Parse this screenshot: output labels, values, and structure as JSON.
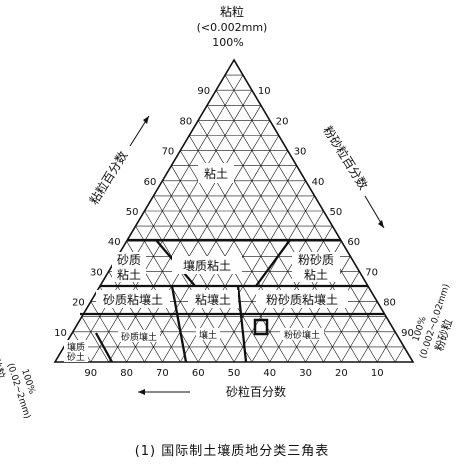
{
  "header": {
    "top_title": "粘粒",
    "top_range": "(<0.002mm)",
    "top_percent": "100%"
  },
  "axes": {
    "left_label": "粘粒百分数",
    "right_label": "粉砂粒百分数",
    "bottom_label": "砂粒百分数",
    "corner_left_top": "100%",
    "corner_left_range": "(0.02~2mm)",
    "corner_left_name": "砂粒",
    "corner_right_top": "100%",
    "corner_right_range": "(0.002~0.02mm)",
    "corner_right_name": "粉砂粒",
    "left_ticks": [
      "10",
      "20",
      "30",
      "40",
      "50",
      "60",
      "70",
      "80",
      "90"
    ],
    "right_ticks": [
      "10",
      "20",
      "30",
      "40",
      "50",
      "60",
      "70",
      "80",
      "90"
    ],
    "bottom_ticks": [
      "90",
      "80",
      "70",
      "60",
      "50",
      "40",
      "30",
      "20",
      "10"
    ]
  },
  "regions": {
    "clay": "粘土",
    "sandy_clay_1": "砂质",
    "sandy_clay_2": "粘土",
    "loamy_clay": "壤质粘土",
    "silty_clay_1": "粉砂质",
    "silty_clay_2": "粘土",
    "sandy_clay_loam": "砂质粘壤土",
    "clay_loam": "粘壤土",
    "silty_clay_loam": "粉砂质粘壤土",
    "sandy_loam": "砂质壤土",
    "loam": "壤土",
    "silty_loam": "粉砂壤土",
    "loamy_sand_1": "壤质",
    "loamy_sand_2": "砂土"
  },
  "caption": "(1) 国际制土壤质地分类三角表"
}
